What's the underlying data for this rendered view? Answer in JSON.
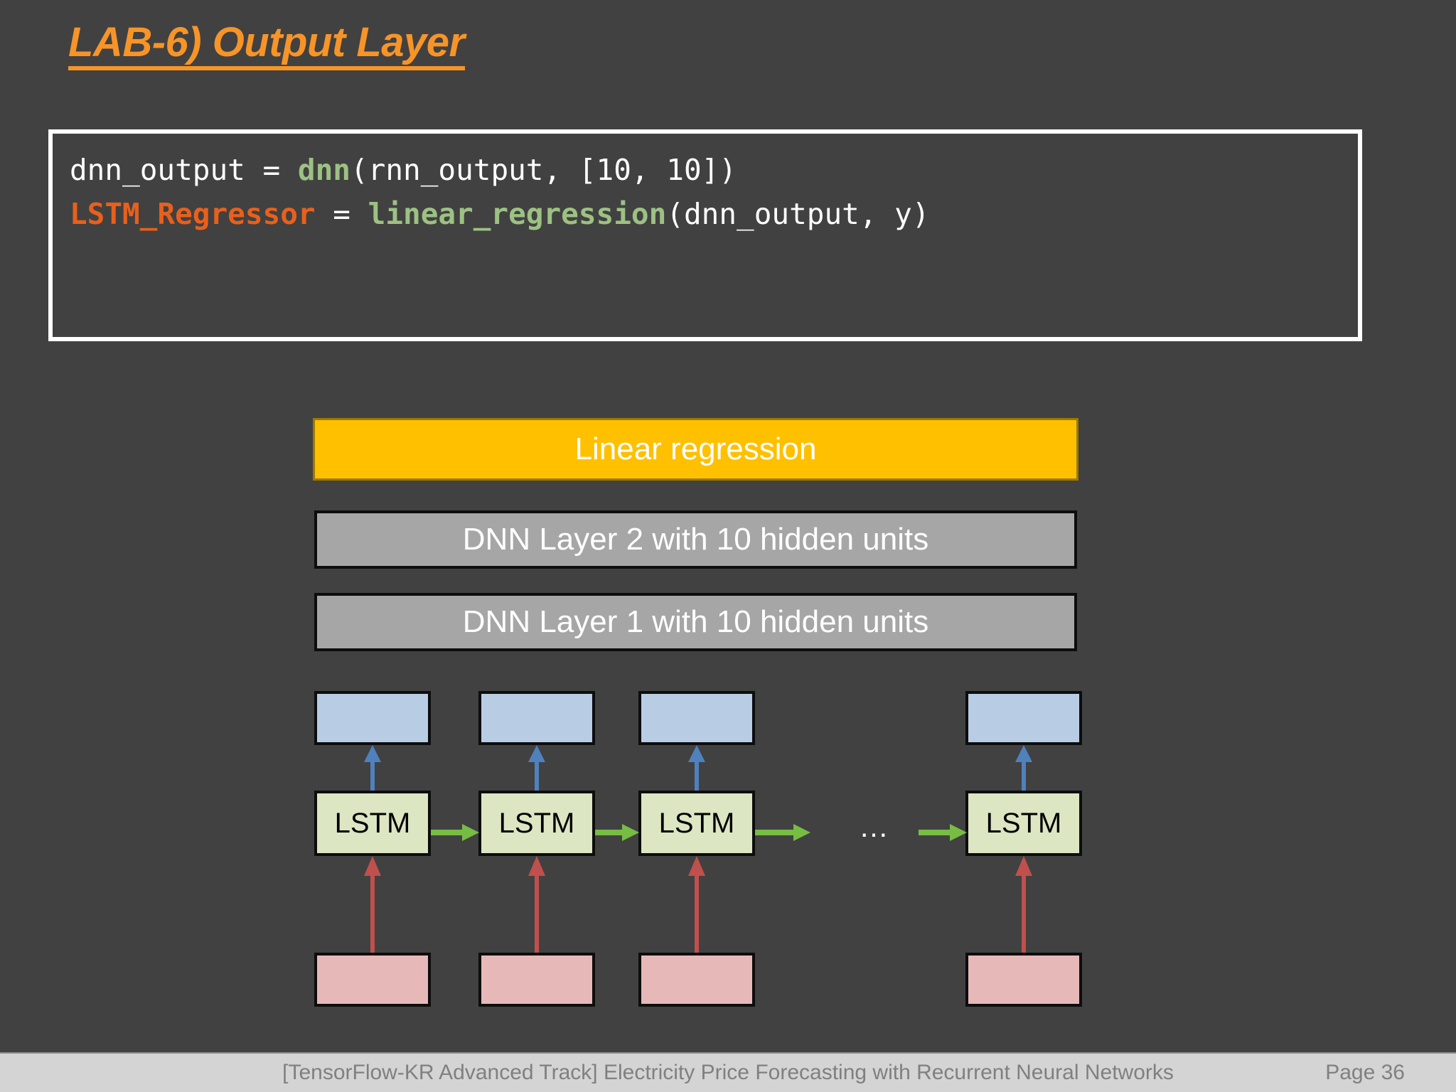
{
  "slide": {
    "title": "LAB-6) Output Layer",
    "title_color": "#F79428",
    "background_color": "#414141"
  },
  "code_block": {
    "border_color": "#FFFFFF",
    "lines": [
      {
        "segments": [
          {
            "text": "dnn_output = ",
            "style": "plain"
          },
          {
            "text": "dnn",
            "style": "function"
          },
          {
            "text": "(rnn_output, [10, 10])",
            "style": "plain"
          }
        ]
      },
      {
        "segments": [
          {
            "text": "LSTM_Regressor",
            "style": "variable"
          },
          {
            "text": " = ",
            "style": "plain"
          },
          {
            "text": "linear_regression",
            "style": "function"
          },
          {
            "text": "(dnn_output, y)",
            "style": "plain"
          }
        ]
      }
    ],
    "line1_plain_a": "dnn_output = ",
    "line1_fn": "dnn",
    "line1_plain_b": "(rnn_output, [10, 10])",
    "line2_var": "LSTM_Regressor",
    "line2_eq": " = ",
    "line2_fn": "linear_regression",
    "line2_plain": "(dnn_output, y)",
    "colors": {
      "plain": "#FFFFFF",
      "function": "#9DC183",
      "variable": "#E8601C"
    }
  },
  "diagram": {
    "bands": [
      {
        "label": "Linear regression",
        "fill": "#FFC000",
        "border": "#9C7A00",
        "text_color": "#FFFFFF"
      },
      {
        "label": "DNN Layer 2 with 10 hidden units",
        "fill": "#A6A6A6",
        "border": "#0D0D0D",
        "text_color": "#FFFFFF"
      },
      {
        "label": "DNN Layer 1 with 10 hidden units",
        "fill": "#A6A6A6",
        "border": "#0D0D0D",
        "text_color": "#FFFFFF"
      }
    ],
    "cells": [
      {
        "lstm_label": "LSTM",
        "output_box": "",
        "input_box": ""
      },
      {
        "lstm_label": "LSTM",
        "output_box": "",
        "input_box": ""
      },
      {
        "lstm_label": "LSTM",
        "output_box": "",
        "input_box": ""
      },
      {
        "lstm_label": "LSTM",
        "output_box": "",
        "input_box": ""
      }
    ],
    "ellipsis": "…",
    "colors": {
      "output_box_fill": "#B8CCE4",
      "lstm_box_fill": "#DCE6C2",
      "input_box_fill": "#E6B9B8",
      "box_border": "#0D0D0D",
      "arrow_up_output": "#4F81BD",
      "arrow_up_input": "#C0504D",
      "arrow_recurrent": "#77BC43"
    }
  },
  "footer": {
    "text": "[TensorFlow-KR Advanced Track] Electricity Price Forecasting with Recurrent Neural Networks",
    "page": "Page 36",
    "background": "#D4D4D4",
    "text_color": "#808080"
  }
}
